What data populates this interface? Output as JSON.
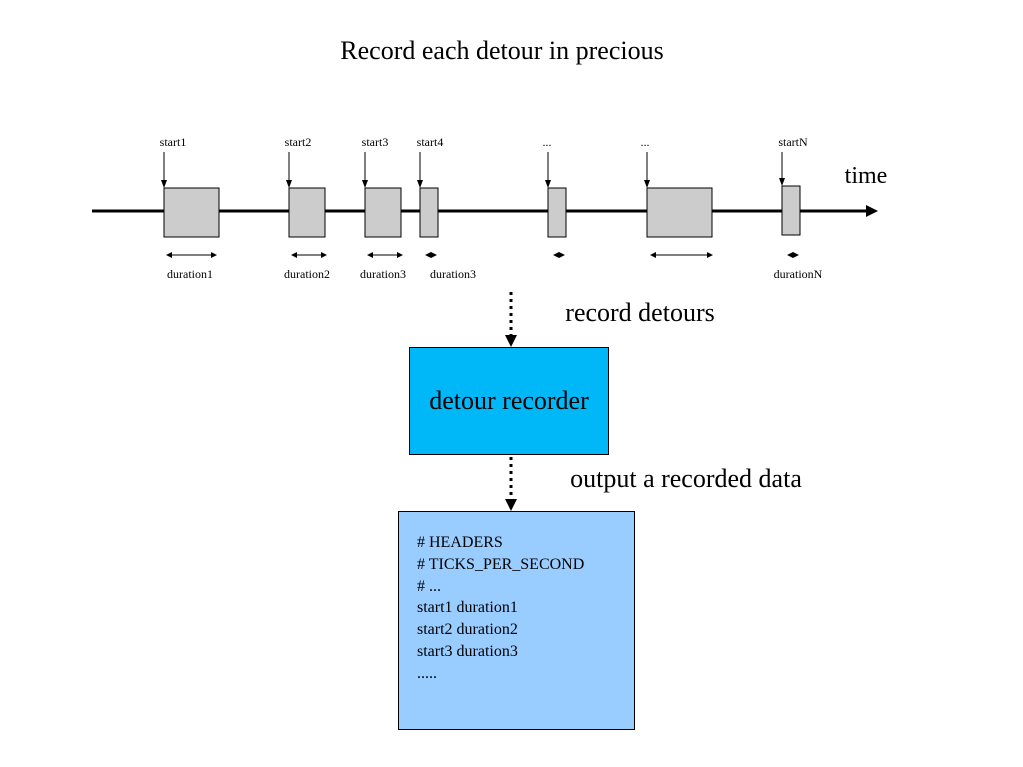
{
  "title": "Record each detour in precious",
  "timeline": {
    "axis_label": "time",
    "detours": [
      {
        "start_label": "start1",
        "duration_label": "duration1"
      },
      {
        "start_label": "start2",
        "duration_label": "duration2"
      },
      {
        "start_label": "start3",
        "duration_label": "duration3"
      },
      {
        "start_label": "start4",
        "duration_label": "duration3"
      },
      {
        "start_label": "...",
        "duration_label": ""
      },
      {
        "start_label": "...",
        "duration_label": ""
      },
      {
        "start_label": "startN",
        "duration_label": "durationN"
      }
    ]
  },
  "flow": {
    "record_label": "record detours",
    "output_label": "output a recorded data"
  },
  "recorder": {
    "label": "detour recorder",
    "color": "#00b8f7"
  },
  "output": {
    "color": "#99ccff",
    "lines": [
      "# HEADERS",
      "# TICKS_PER_SECOND",
      "# ...",
      "start1 duration1",
      "start2 duration2",
      "start3 duration3",
      "....."
    ]
  },
  "colors": {
    "detour_fill": "#cccccc",
    "line": "#000000"
  }
}
